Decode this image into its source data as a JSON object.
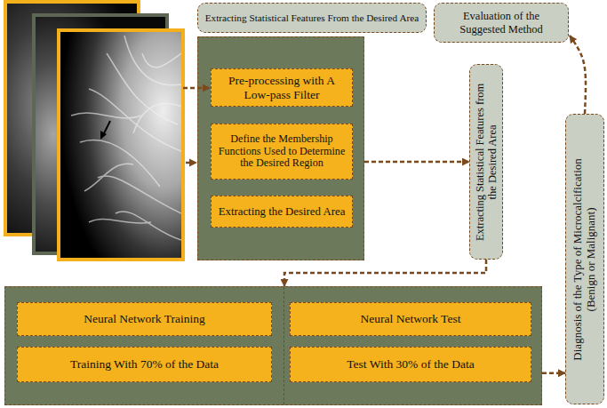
{
  "diagram": {
    "nodes": [
      {
        "text": [
          "Extracting Statistical Features From the Desired Area"
        ]
      },
      {
        "text": [
          "Pre-processing with A Low-pass Filter"
        ],
        "in": 0
      },
      {
        "text": [
          "Define the Membership Functions Used to Determine the Desired Region"
        ],
        "in": 0
      },
      {
        "text": [
          "Extracting the Desired Area"
        ],
        "in": 0
      },
      {
        "text": [
          "Evaluation of the Suggested Method"
        ]
      },
      {
        "text": [
          "Extracting Statistical Features from the Desired Area"
        ]
      },
      {
        "text": [
          "Diagnosis of the Type of Microcalcification (Benign or Malignant)"
        ]
      },
      {
        "text": []
      },
      {
        "text": [
          "Neural Network Training"
        ],
        "in": 7
      },
      {
        "text": [
          "Training With 70% of the Data"
        ],
        "in": 7
      },
      {
        "text": [
          "Neural Network Test"
        ],
        "in": 7
      },
      {
        "text": [
          "Test With 30% of the Data"
        ],
        "in": 7
      }
    ],
    "edges": [
      {
        "from": 1,
        "to": 2,
        "arrow": "to"
      },
      {
        "from": 2,
        "to": 3,
        "arrow": "to"
      },
      {
        "from": 0,
        "to": 5,
        "arrow": "to"
      },
      {
        "from": 5,
        "to": 7,
        "arrow": "to"
      },
      {
        "from": 7,
        "to": 6,
        "arrow": "to"
      },
      {
        "from": 6,
        "to": 4,
        "arrow": "to"
      }
    ]
  }
}
